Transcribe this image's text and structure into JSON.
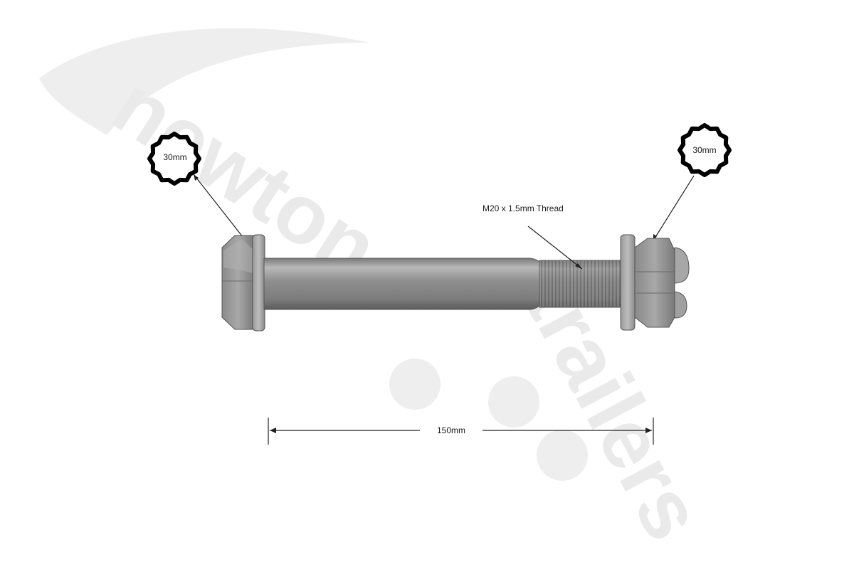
{
  "watermark": {
    "brand_word_1": "newton",
    "brand_word_2": "trailers",
    "color": "#e6e6e6"
  },
  "labels": {
    "socket_left": "30mm",
    "socket_right": "30mm",
    "thread": "M20 x 1.5mm Thread",
    "length": "150mm"
  },
  "colors": {
    "metal_dark": "#6f6f6f",
    "metal_mid": "#9a9a9a",
    "metal_light": "#c4c4c4",
    "line": "#222222"
  }
}
